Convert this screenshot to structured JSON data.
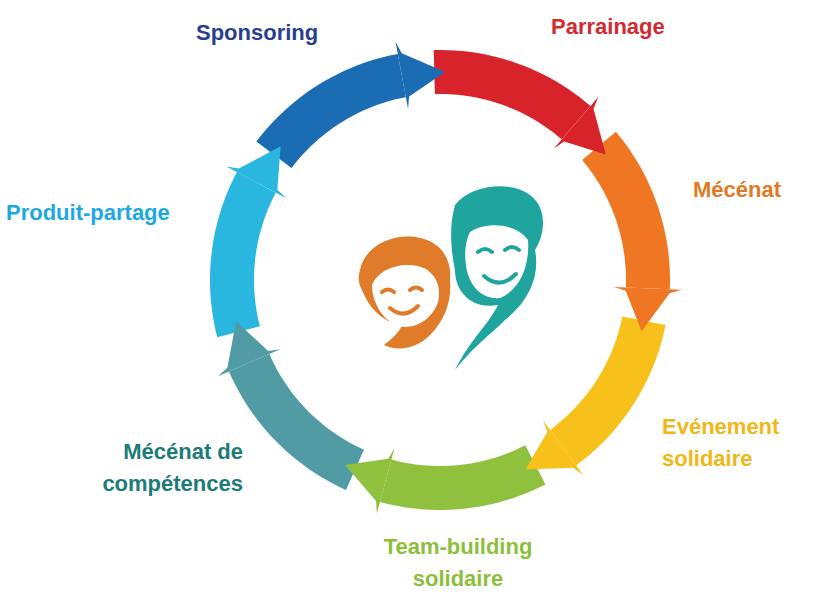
{
  "diagram": {
    "labels": [
      "Sponsoring",
      "Parrainage",
      "Mécénat",
      "Evénement solidaire",
      "Team-building solidaire",
      "Mécénat de compétences",
      "Produit-partage"
    ]
  }
}
